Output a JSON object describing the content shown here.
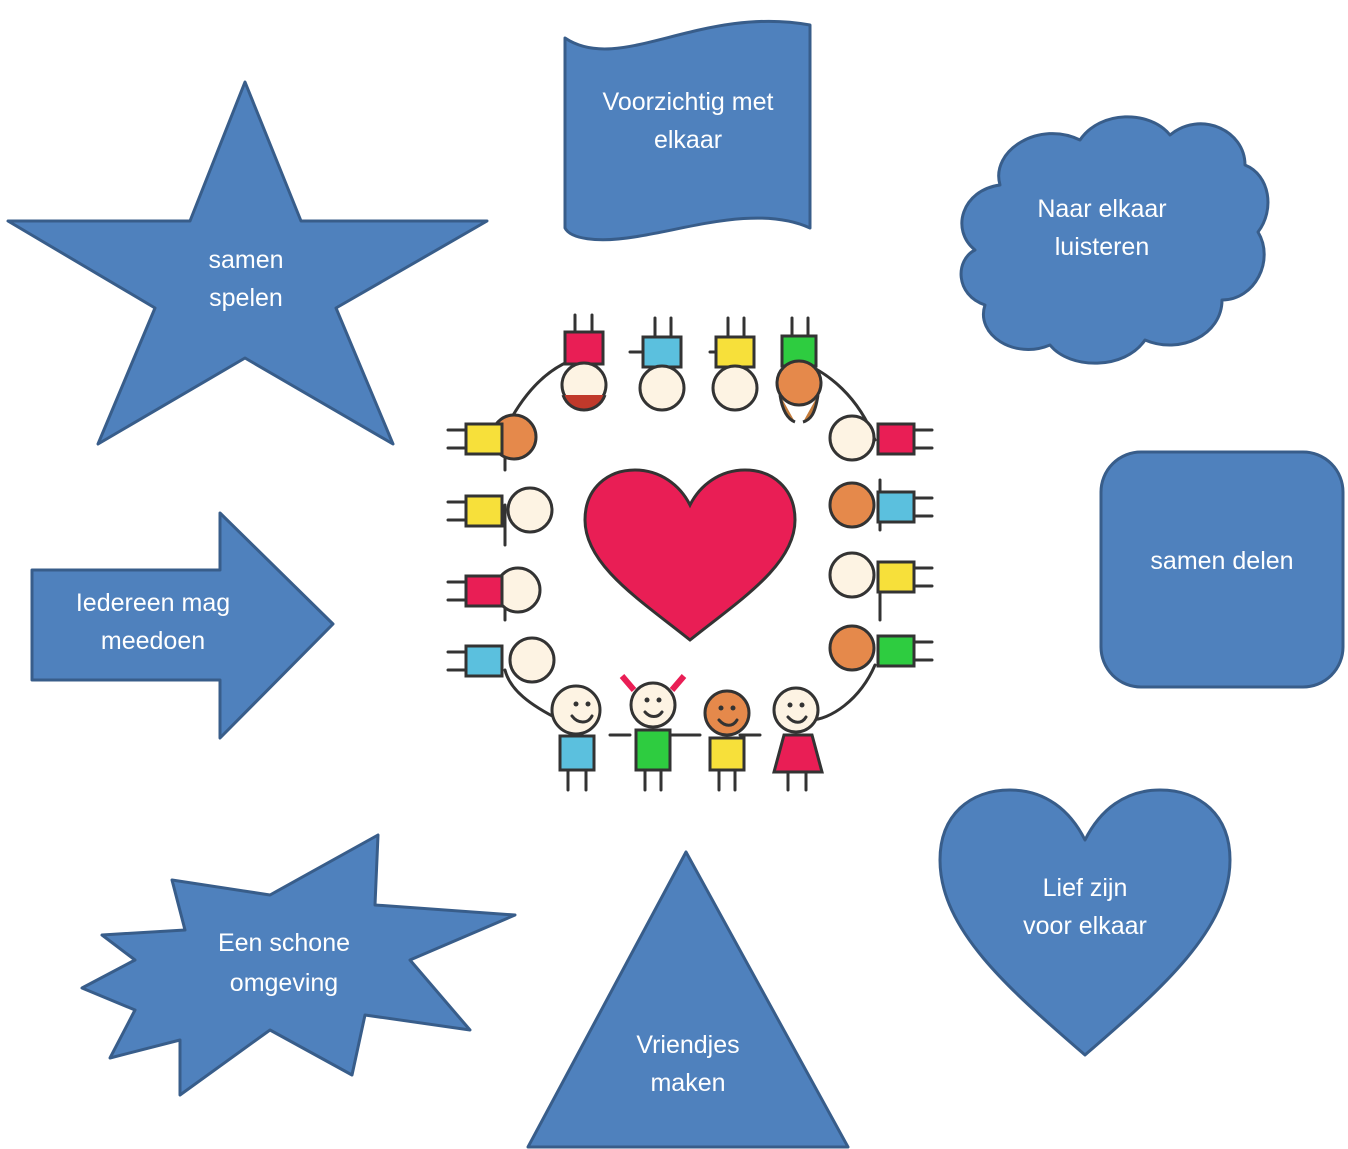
{
  "shapes": {
    "star": [
      "samen",
      "spelen"
    ],
    "wave": [
      "Voorzichtig met",
      "elkaar"
    ],
    "cloud": [
      "Naar elkaar",
      "luisteren"
    ],
    "arrow": [
      "Iedereen mag",
      "meedoen"
    ],
    "rounded_square": [
      "samen delen"
    ],
    "heart": [
      "Lief zijn",
      "voor elkaar"
    ],
    "burst": [
      "Een schone",
      "omgeving"
    ],
    "triangle": [
      "Vriendjes",
      "maken"
    ]
  },
  "center_image": {
    "icon": "children-circle-heart-illustration",
    "heart_color": "#e91e55",
    "shirt_colors": [
      "#e91e55",
      "#5bc0de",
      "#f7e03a",
      "#2ecc40"
    ]
  },
  "colors": {
    "shape_fill": "#4f81bd",
    "shape_stroke": "#385d8a",
    "text": "#ffffff"
  }
}
